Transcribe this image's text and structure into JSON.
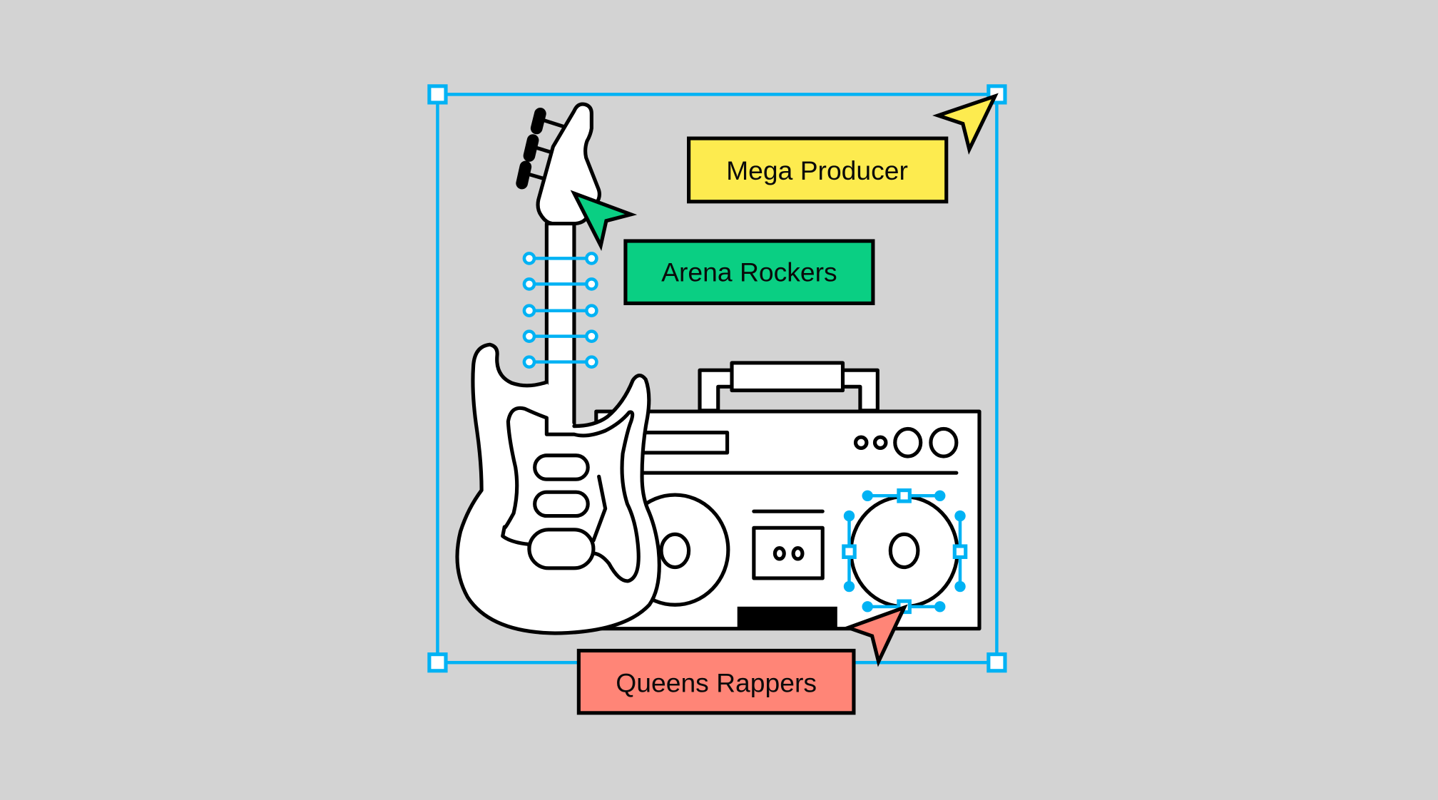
{
  "canvas": {
    "background_color": "#d3d3d3",
    "selection_color": "#00b2f4"
  },
  "labels": [
    {
      "id": "mega-producer",
      "text": "Mega Producer",
      "color": "#fdeb4f"
    },
    {
      "id": "arena-rockers",
      "text": "Arena Rockers",
      "color": "#0acf83"
    },
    {
      "id": "queens-rappers",
      "text": "Queens Rappers",
      "color": "#ff8577"
    }
  ],
  "cursors": [
    {
      "name": "yellow-cursor",
      "color": "#fdeb4f",
      "owner": "Mega Producer"
    },
    {
      "name": "green-cursor",
      "color": "#0acf83",
      "owner": "Arena Rockers"
    },
    {
      "name": "red-cursor",
      "color": "#ff8577",
      "owner": "Queens Rappers"
    }
  ],
  "illustration": {
    "objects": [
      "electric-guitar",
      "boombox"
    ],
    "guitar_string_handles": 5
  }
}
